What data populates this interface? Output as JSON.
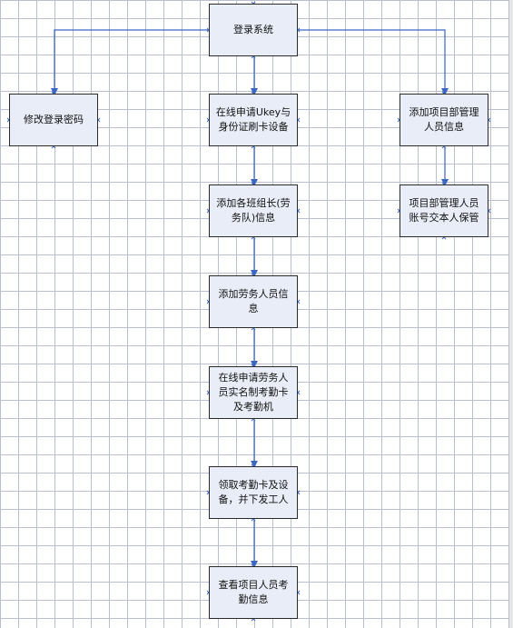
{
  "diagram": {
    "nodes": {
      "login": "登录系统",
      "change_password": "修改登录密码",
      "apply_ukey": "在线申请Ukey与身份证刷卡设备",
      "add_team_leader": "添加各班组长(劳务队)信息",
      "add_labor": "添加劳务人员信息",
      "apply_attendance": "在线申请劳务人员实名制考勤卡及考勤机",
      "receive_cards": "领取考勤卡及设备，并下发工人",
      "view_attendance": "查看项目人员考勤信息",
      "add_manager": "添加项目部管理人员信息",
      "manager_account": "项目部管理人员账号交本人保管"
    },
    "colors": {
      "node_fill": "#e8edf7",
      "connector": "#3a66c4",
      "grid": "#b9bfcc"
    }
  }
}
